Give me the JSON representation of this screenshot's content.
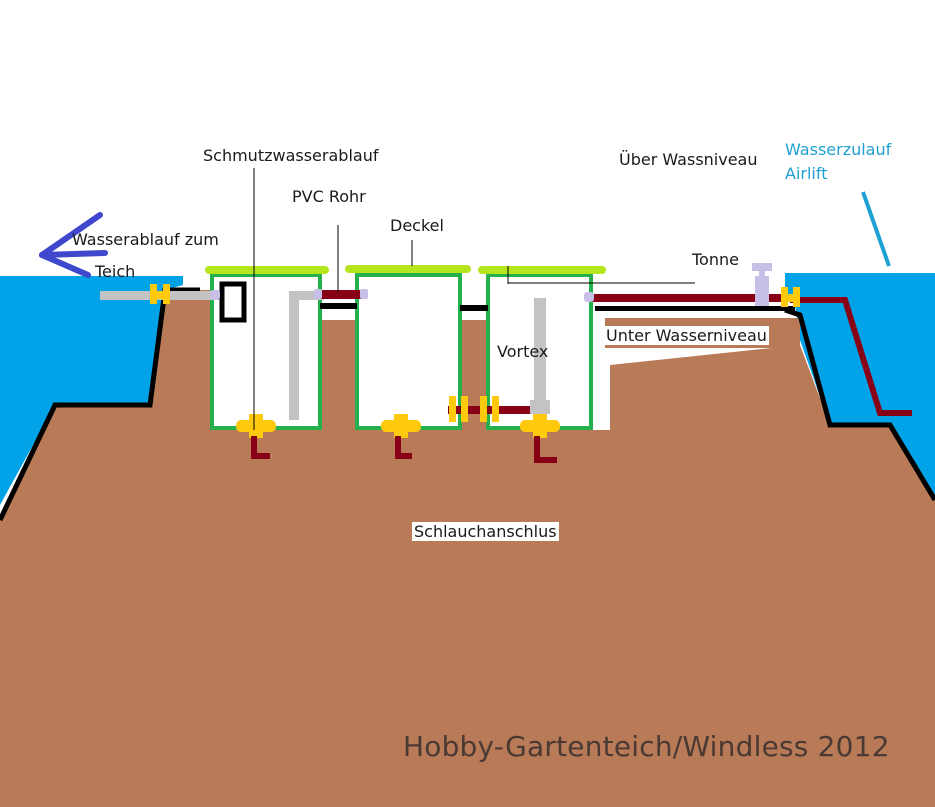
{
  "labels": {
    "schmutzwasserablauf": "Schmutzwasserablauf",
    "pvc_rohr": "PVC Rohr",
    "deckel": "Deckel",
    "ueber_wasserniveau": "Über Wassniveau",
    "wasserzulauf": "Wasserzulauf",
    "airlift": "Airlift",
    "wasserablauf_line1": "Wasserablauf zum",
    "wasserablauf_line2": "Teich",
    "tonne": "Tonne",
    "vortex": "Vortex",
    "unter_wasserniveau": "Unter Wasserniveau",
    "schlauchanschluss": "Schlauchanschlus"
  },
  "watermark": "Hobby-Gartenteich/Windless 2012",
  "colors": {
    "water": "#00a2e8",
    "soil": "#b97a57",
    "tank_frame": "#22b14c",
    "lid": "#b5e61d",
    "pipe_red": "#880015",
    "pipe_grey": "#c3c3c3",
    "valve": "#ffc90e",
    "connector": "#c8bfe7",
    "arrow": "#3f48cc",
    "outline": "#000000"
  }
}
